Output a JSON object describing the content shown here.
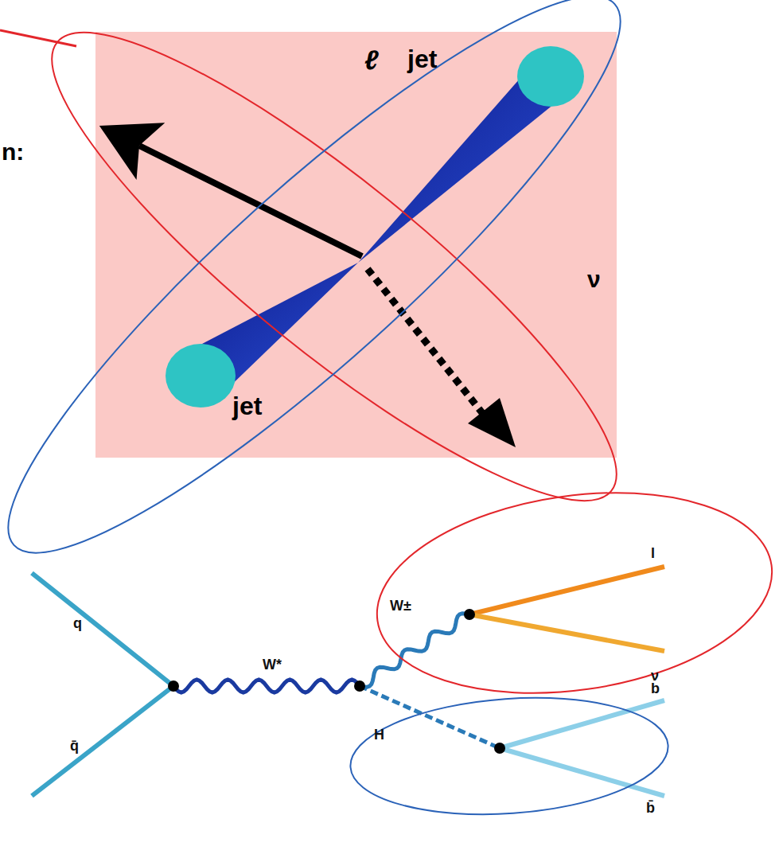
{
  "diagram": {
    "labels": [
      "n:",
      "ℓ",
      "jet",
      "ν",
      "jet",
      "q",
      "q̄",
      "W*",
      "W±",
      "l",
      "ν",
      "H",
      "b",
      "b̄"
    ]
  }
}
